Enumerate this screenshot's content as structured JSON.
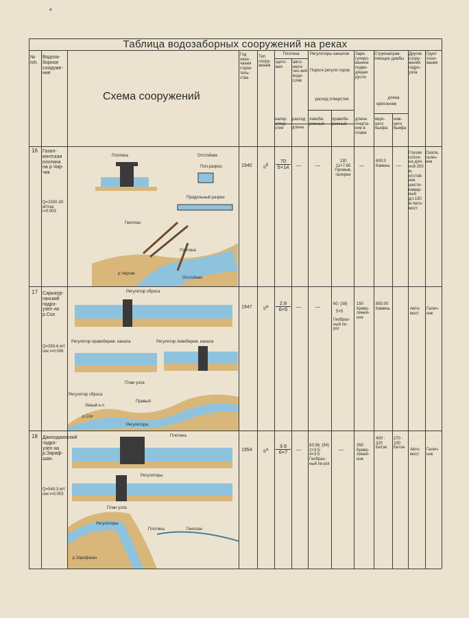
{
  "page": {
    "corner_mark": "4",
    "title": "Таблица водозаборных сооружений на реках"
  },
  "headers": {
    "num": "№ п/п.",
    "name": "Водоза-борное сооруже-ние",
    "schema": "Схема сооружений",
    "year": "Год окон-чания строи-тель-ства",
    "type": "Тип соору-жения",
    "dam": "Плотина",
    "dam_shield": "щито-вая",
    "dam_auto": "авто-мати-чес-кий водо-слив",
    "dam_head": "напор отвер-стия",
    "dam_flow": "расход",
    "dam_length": "длина",
    "reg": "Регуляторы каналов",
    "reg_sills": "Пороги регуля-торов",
    "reg_flow": "расход отверстия",
    "reg_left": "левобе-режный",
    "reg_right": "правобе-режный",
    "reg_channel": "Заре-гулиро-ванное подво-дящее русло",
    "reg_channel_len": "длина очерта-ние в плане",
    "groynes": "Струенаправ-ляющие дамбы",
    "groynes_len": "длина",
    "groynes_fix": "крепление",
    "upper": "верх-него бьефа",
    "lower": "ниж-него бьефа",
    "other": "Другие соору-жения гидро-узла",
    "soil": "Грунт осно-вания"
  },
  "rows": [
    {
      "num": "16",
      "name": "Газал-кентская плотина на р.Чир-чик",
      "params": "Q=2300-30 м³/сек i=0.003",
      "labels": [
        "Плотина",
        "Отстойник",
        "Поп.разрез.",
        "Продольный разрез",
        "Генплан",
        "р.Чирчик",
        "Плотина",
        "Отстойник"
      ],
      "year": "1940",
      "type": "II",
      "type_sup": "б",
      "dam_top": "70",
      "dam_bottom": "5×14",
      "dash1": "—",
      "dash2": "—",
      "reg_right": "130 12×7.65 Промыв. галереи",
      "dash3": "—",
      "groyne": "800;0 Камень",
      "dash4": "—",
      "other": "Глухая плоти-на дли-ной 200 м, отстой-ник шести-камер-ный дл.130 м Авто-мост",
      "soil": "Скала, галеч-ник"
    },
    {
      "num": "17",
      "name": "Сарыкур-ганский гидро-узел на р.Сох",
      "params": "Q=350-6 м³/сек i=0.006",
      "labels": [
        "Регулятор сброса",
        "Регулятор правобереж. канала",
        "Регулятор левобереж. канала",
        "План узла",
        "Регулятор сброса",
        "Левый к-л",
        "Правый",
        "р.Сох",
        "Регуляторы"
      ],
      "year": "1947",
      "type": "II",
      "type_sup": "а",
      "dam_top": "2.8",
      "dam_bottom": "6×5",
      "dash1": "—",
      "dash2": "—",
      "reg_left": "60; (38)",
      "reg_left2": "5×5",
      "reg_sill": "Геобраз-ный по-рог",
      "channel": "150 Криво-линей-ное",
      "groyne": "850.00 Камень",
      "other": "Авто-мост",
      "soil": "Галеч-ник"
    },
    {
      "num": "18",
      "name": "Данходжинский гидро-узел на р.Зараф-шан.",
      "params": "Q=540-3 м³/сек i=0.003",
      "labels": [
        "Плотина",
        "Регуляторы",
        "План узла",
        "Регуляторы",
        "Плотина",
        "Генплан",
        "р.Зарафшан"
      ],
      "year": "1954",
      "type": "II",
      "type_sup": "а",
      "dam_top": "3.6",
      "dam_bottom": "6×7",
      "dash1": "—",
      "dash2": "—",
      "reg": "83.56; (54) 2×3.5; 4×3.5 Геобраз-ный по-рог",
      "channel": "350 Криво-линей-ное",
      "groyne_upper": "400 : 320 Бетон",
      "groyne_lower": "270 : 230 Бетон",
      "other": "Авто-мост",
      "soil": "Галеч-ник"
    }
  ],
  "colors": {
    "water": "#8fc3dd",
    "ground": "#d9b77a",
    "concrete": "#3a3a3a",
    "paper": "#ebe3cf"
  }
}
